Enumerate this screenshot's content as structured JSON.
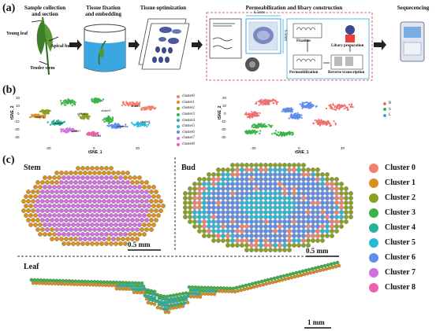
{
  "panel_labels": {
    "a": "(a)",
    "b": "(b)",
    "c": "(c)"
  },
  "workflow": {
    "step1": "Sample collection\nand section",
    "step2": "Tissue fixation\nand embedding",
    "step3": "Tissue optimization",
    "step4": "Permeabilization and libary construction",
    "step5": "Sequecencing",
    "organ_labels": {
      "young_leaf": "Young leaf",
      "apical_bud": "Apical bud",
      "tender_stem": "Tender stem"
    },
    "slide_dims": {
      "width": "6.5mm",
      "height": "6.5mm"
    },
    "sub_steps": {
      "fixation": "Fixation",
      "permeabilization": "Permeabilization",
      "reverse_transcription": "Reverse transcription",
      "library_preparation": "Libary preparation"
    }
  },
  "tsne": {
    "xlabel": "tSNE_1",
    "ylabel": "tSNE_2",
    "xticks": [
      "-20",
      "0",
      "20"
    ],
    "yticks": [
      "20",
      "10",
      "0",
      "-10",
      "-20",
      "-30"
    ],
    "cluster_legend": [
      {
        "name": "cluster0",
        "color": "#f08070"
      },
      {
        "name": "cluster1",
        "color": "#d89020"
      },
      {
        "name": "cluster2",
        "color": "#8aa024"
      },
      {
        "name": "cluster3",
        "color": "#3cb34a"
      },
      {
        "name": "cluster4",
        "color": "#28b39a"
      },
      {
        "name": "cluster5",
        "color": "#28b8d8"
      },
      {
        "name": "cluster6",
        "color": "#5e8ee8"
      },
      {
        "name": "cluster7",
        "color": "#d070e0"
      },
      {
        "name": "cluster8",
        "color": "#f060b0"
      }
    ],
    "tissue_legend": [
      {
        "name": "B",
        "color": "#f07070"
      },
      {
        "name": "S",
        "color": "#3cb34a"
      },
      {
        "name": "L",
        "color": "#5e8ee8"
      }
    ],
    "cluster_tags": [
      "cluster0",
      "cluster1",
      "cluster2",
      "cluster3",
      "cluster4",
      "cluster5",
      "cluster6",
      "cluster7",
      "cluster8"
    ]
  },
  "spatial": {
    "stem_title": "Stem",
    "bud_title": "Bud",
    "leaf_title": "Leaf",
    "stem_scale": "0.5 mm",
    "bud_scale": "0.5 mm",
    "leaf_scale": "1 mm",
    "legend": [
      {
        "name": "Cluster 0",
        "color": "#f08070"
      },
      {
        "name": "Cluster 1",
        "color": "#d89020"
      },
      {
        "name": "Cluster 2",
        "color": "#8aa024"
      },
      {
        "name": "Cluster 3",
        "color": "#3cb34a"
      },
      {
        "name": "Cluster 4",
        "color": "#28b39a"
      },
      {
        "name": "Cluster 5",
        "color": "#28b8d8"
      },
      {
        "name": "Cluster 6",
        "color": "#5e8ee8"
      },
      {
        "name": "Cluster 7",
        "color": "#d070e0"
      },
      {
        "name": "Cluster 8",
        "color": "#f060b0"
      }
    ]
  }
}
